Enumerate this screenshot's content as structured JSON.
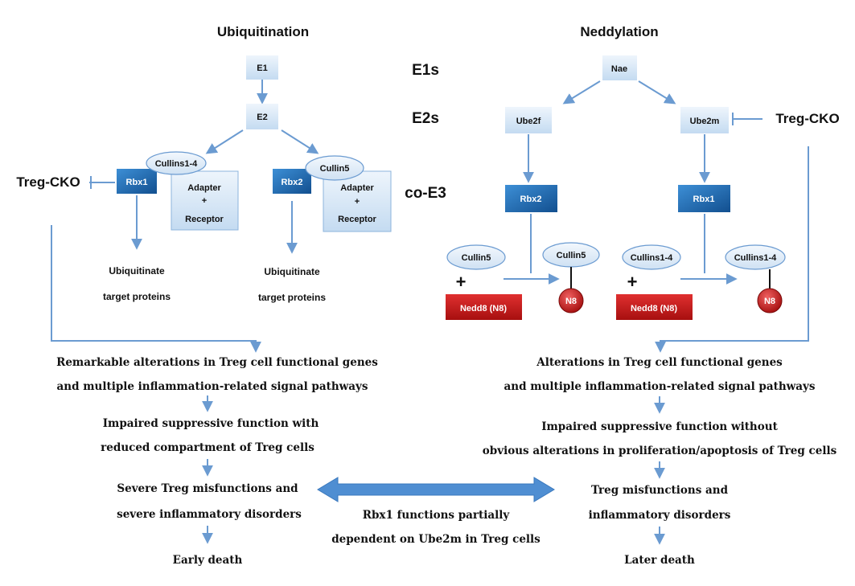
{
  "headers": {
    "ubiquitination": "Ubiquitination",
    "neddylation": "Neddylation"
  },
  "levels": {
    "e1s": "E1s",
    "e2s": "E2s",
    "coe3": "co-E3"
  },
  "treg_cko": "Treg-CKO",
  "left": {
    "e1": "E1",
    "e2": "E2",
    "rbx1": "Rbx1",
    "rbx2": "Rbx2",
    "cullins14": "Cullins1-4",
    "cullin5": "Cullin5",
    "adapter1": [
      "Adapter",
      "+",
      "Receptor"
    ],
    "adapter2": [
      "Adapter",
      "+",
      "Receptor"
    ],
    "target1": [
      "Ubiquitinate",
      "target proteins"
    ],
    "target2": [
      "Ubiquitinate",
      "target proteins"
    ]
  },
  "right": {
    "nae": "Nae",
    "ube2f": "Ube2f",
    "ube2m": "Ube2m",
    "rbx2": "Rbx2",
    "rbx1": "Rbx1",
    "cullin5_free": "Cullin5",
    "cullin5_bound": "Cullin5",
    "cullins14_free": "Cullins1-4",
    "cullins14_bound": "Cullins1-4",
    "nedd8_a": "Nedd8 (N8)",
    "nedd8_b": "Nedd8 (N8)",
    "n8_a": "N8",
    "n8_b": "N8",
    "plus": "+"
  },
  "outcomes_left": {
    "line1": "Remarkable alterations in Treg cell functional genes",
    "line2": "and multiple inflammation-related signal pathways",
    "line3": "Impaired suppressive function with",
    "line4": "reduced compartment of Treg cells",
    "line5": "Severe Treg misfunctions and",
    "line6": "severe inflammatory disorders",
    "line7": "Early death"
  },
  "outcomes_right": {
    "line1": "Alterations in Treg cell functional genes",
    "line2": "and multiple inflammation-related signal pathways",
    "line3": "Impaired suppressive function without",
    "line4": "obvious alterations in proliferation/apoptosis of Treg cells",
    "line5": "Treg misfunctions and",
    "line6": "inflammatory disorders",
    "line7": "Later death"
  },
  "center_note": {
    "line1": "Rbx1 functions partially",
    "line2": "dependent on Ube2m in Treg cells"
  },
  "colors": {
    "arrow": "#6b9bd1",
    "light_box": "#d6e6f5",
    "dark_box": "#1f6fb5",
    "red_box": "#c81e1e",
    "ellipse": "#dde9f6"
  }
}
